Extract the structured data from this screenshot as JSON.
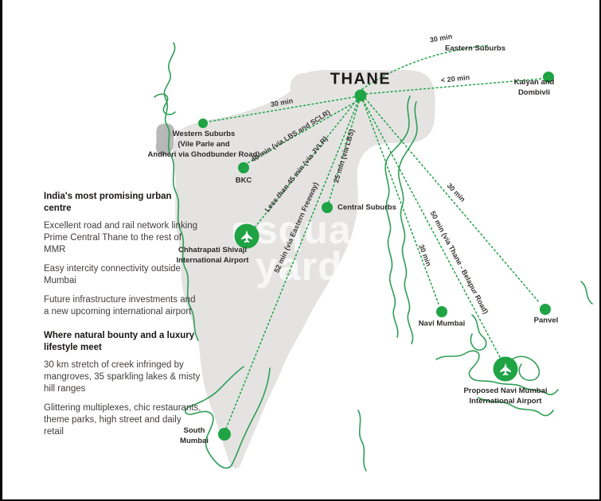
{
  "map": {
    "title": "THANE",
    "region_label": "Eastern Suburbs",
    "watermark": {
      "line1": "square",
      "line2": "yards"
    },
    "locations": [
      {
        "id": "kalyan-and-dombivli",
        "label": "Kalyan and Dombivli"
      },
      {
        "id": "western-suburbs",
        "label": "Western Suburbs\n(Vile Parle and\nAndheri via Ghodbunder Road)"
      },
      {
        "id": "bkc",
        "label": "BKC"
      },
      {
        "id": "central-suburbs",
        "label": "Central Suburbs"
      },
      {
        "id": "chhatrapati-shivaji-international-airport",
        "label": "Chhatrapati Shivaji\nInternational Airport"
      },
      {
        "id": "navi-mumbai",
        "label": "Navi Mumbai"
      },
      {
        "id": "panvel",
        "label": "Panvel"
      },
      {
        "id": "south-mumbai",
        "label": "South\nMumbai"
      },
      {
        "id": "proposed-navi-mumbai-international-airport",
        "label": "Proposed Navi Mumbai\nInternational Airport"
      }
    ],
    "routes": [
      {
        "to": "Western Suburbs",
        "time": "30 min"
      },
      {
        "to": "Eastern Suburbs",
        "time": "30 min"
      },
      {
        "to": "Kalyan and Dombivli",
        "time": "< 20 min"
      },
      {
        "to": "BKC",
        "time": "40 min (via LBS and SCLR)"
      },
      {
        "to": "Chhatrapati Shivaji International Airport",
        "time": "Less than 45 min (via JVLR)"
      },
      {
        "to": "Central Suburbs",
        "time": "25 min (via LBS)"
      },
      {
        "to": "South Mumbai",
        "time": "52 min (via Eastern Freeway)"
      },
      {
        "to": "Navi Mumbai",
        "time": "30 min"
      },
      {
        "to": "Proposed Navi Mumbai International Airport",
        "time": "50 min (via Thane - Belapur Road)"
      },
      {
        "to": "Panvel",
        "time": "30 min"
      }
    ]
  },
  "info": {
    "sections": [
      {
        "heading": "India's most promising urban centre",
        "paragraphs": [
          "Excellent road and rail network linking Prime Central Thane to the rest of MMR",
          "Easy intercity connectivity outside Mumbai",
          "Future infrastructure investments and a new upcoming international airport"
        ]
      },
      {
        "heading": "Where natural bounty and a luxury lifestyle meet",
        "paragraphs": [
          "30 km stretch of creek infringed by mangroves, 35 sparkling lakes & misty hill ranges",
          "Glittering multiplexes, chic restaurants, theme parks, high street and daily retail"
        ]
      }
    ]
  },
  "colors": {
    "accent_green": "#1fa344",
    "coastline_green": "#2f9e55",
    "map_gray": "#e4e3e2",
    "dark_patch": "#b8b8b8",
    "label_text": "#2d2a28",
    "body_text": "#413d3c",
    "watermark_white": "rgba(255,255,255,0.72)",
    "border_black": "#0a0a0a"
  }
}
